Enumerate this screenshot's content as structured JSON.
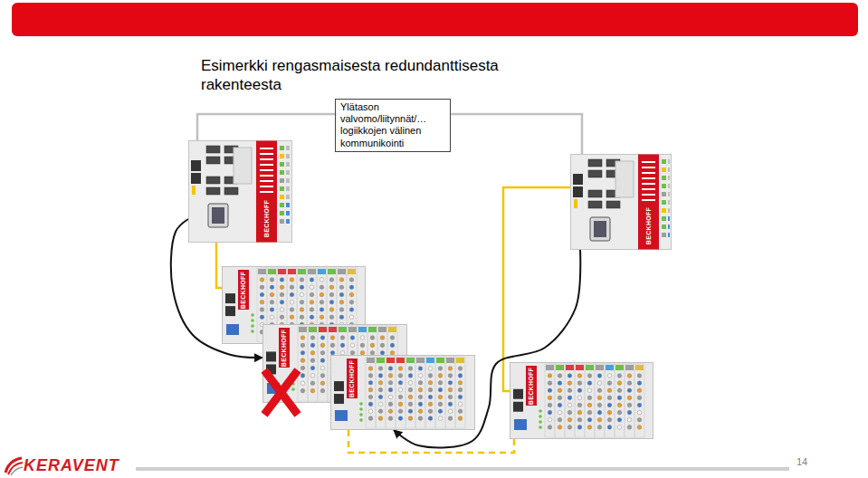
{
  "diagram": {
    "title": "Esimerkki rengasmaisesta redundanttisesta rakenteesta",
    "nodes": [
      {
        "text": [
          "Ylätason valvomo/liitynnät/… logiikkojen välinen kommunikointi"
        ]
      },
      {
        "text": [
          "BECKHOFF"
        ]
      },
      {
        "text": [
          "BECKHOFF"
        ]
      },
      {
        "text": [
          "BECKHOFF"
        ]
      },
      {
        "text": [
          "BECKHOFF"
        ]
      },
      {
        "text": [
          "BECKHOFF"
        ]
      },
      {
        "text": [
          "BECKHOFF"
        ]
      }
    ],
    "edges": [
      {
        "from": 1,
        "to": 2,
        "arrow": "none"
      },
      {
        "from": 1,
        "to": 3,
        "arrow": "none"
      },
      {
        "from": 1,
        "to": 4,
        "arrow": "to"
      },
      {
        "from": 2,
        "to": 6,
        "arrow": "none"
      },
      {
        "from": 2,
        "to": 5,
        "arrow": "to"
      },
      {
        "from": 5,
        "to": 6,
        "arrow": "none"
      }
    ],
    "labels": [
      "KERAVENT",
      "14"
    ]
  }
}
